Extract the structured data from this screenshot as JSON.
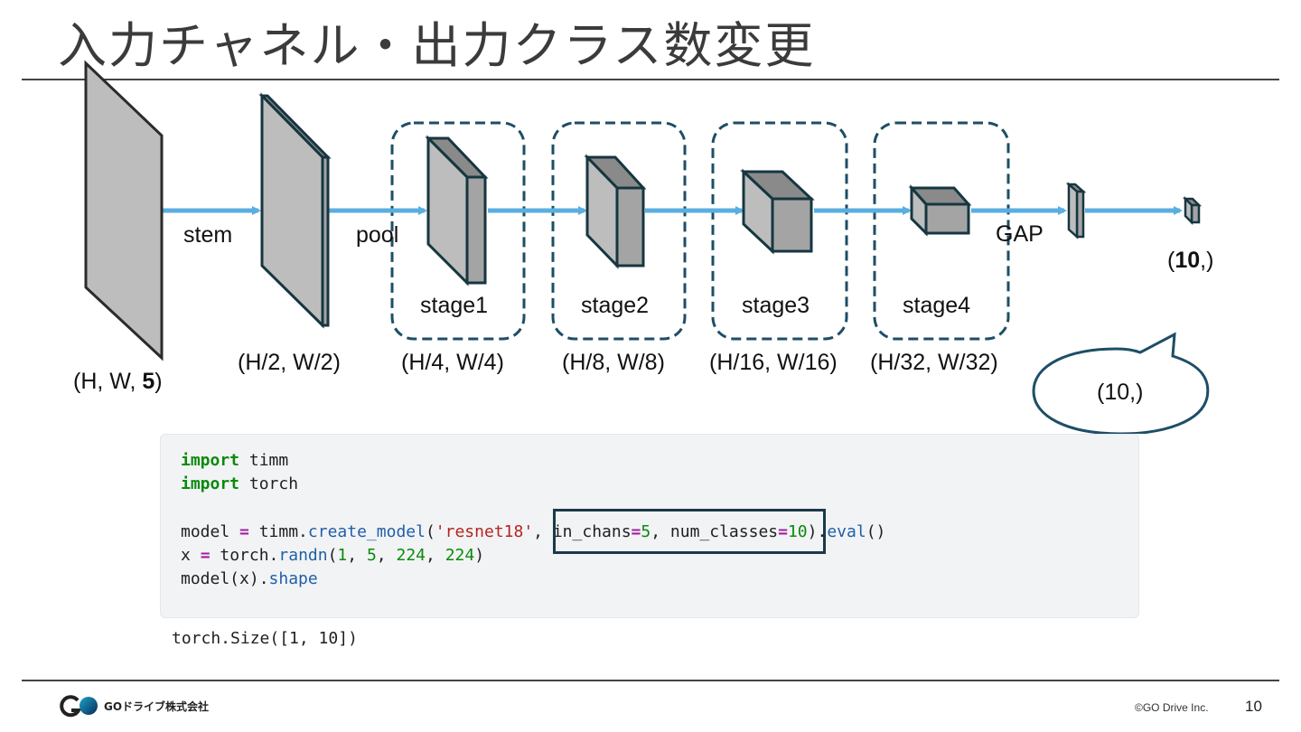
{
  "slide": {
    "title": "入力チャネル・出力クラス数変更",
    "page_number": "10",
    "copyright": "©GO Drive Inc.",
    "company": "GOドライブ株式会社"
  },
  "diagram": {
    "arrow_labels": {
      "stem": "stem",
      "pool": "pool",
      "gap": "GAP"
    },
    "stages": [
      "stage1",
      "stage2",
      "stage3",
      "stage4"
    ],
    "shapes": {
      "input_prefix": "(H, W, ",
      "input_channels": "5",
      "input_suffix": ")",
      "s2": "(H/2, W/2)",
      "s4": "(H/4, W/4)",
      "s8": "(H/8, W/8)",
      "s16": "(H/16, W/16)",
      "s32": "(H/32, W/32)",
      "out_prefix": "(",
      "out_classes": "10",
      "out_suffix": ",)"
    },
    "callout_text": "(10,)",
    "colors": {
      "arrow": "#5aaee0",
      "stage_border": "#1d4e66",
      "block_face": "#bdbdbd",
      "block_top": "#8a8a8a",
      "block_side": "#a4a4a4",
      "outline": "#163640"
    }
  },
  "code": {
    "line1": {
      "kw": "import",
      "rest": " timm"
    },
    "line2": {
      "kw": "import",
      "rest": " torch"
    },
    "line3": {
      "a": "model ",
      "eq": "=",
      "b": " timm.",
      "fn": "create_model",
      "c": "(",
      "str": "'resnet18'",
      "d": ", in_chans",
      "eq2": "=",
      "n1": "5",
      "e": ", num_classes",
      "eq3": "=",
      "n2": "10",
      "f": ").",
      "fn2": "eval",
      "g": "()"
    },
    "line4": {
      "a": "x ",
      "eq": "=",
      "b": " torch.",
      "fn": "randn",
      "c": "(",
      "n1": "1",
      "d": ", ",
      "n2": "5",
      "e": ", ",
      "n3": "224",
      "f": ", ",
      "n4": "224",
      "g": ")"
    },
    "line5": {
      "a": "model(x).",
      "attr": "shape"
    },
    "output": "torch.Size([1, 10])"
  }
}
